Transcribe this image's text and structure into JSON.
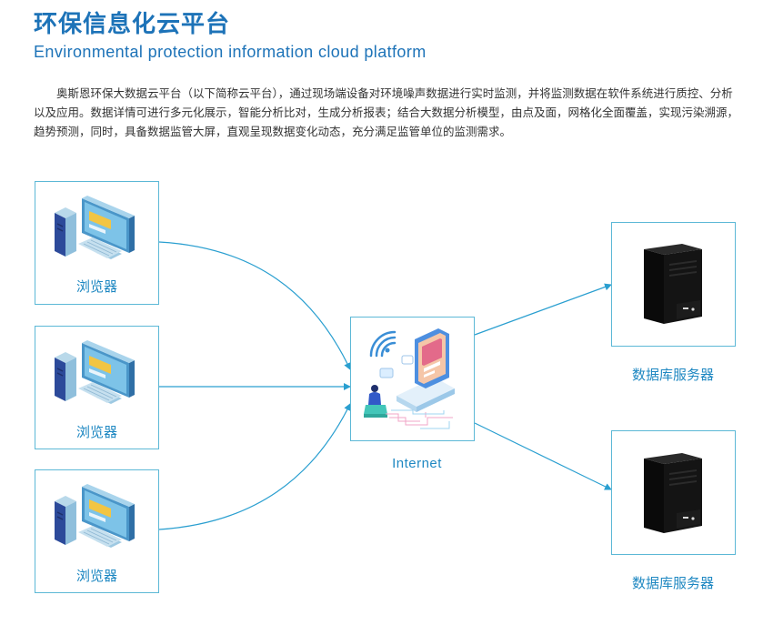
{
  "header": {
    "title": "环保信息化云平台",
    "subtitle": "Environmental protection information cloud platform"
  },
  "intro": {
    "text": "奥斯恩环保大数据云平台（以下简称云平台），通过现场端设备对环境噪声数据进行实时监测，并将监测数据在软件系统进行质控、分析以及应用。数据详情可进行多元化展示，智能分析比对，生成分析报表；结合大数据分析模型，由点及面，网格化全面覆盖，实现污染溯源，趋势预测，同时，具备数据监管大屏，直观呈现数据变化动态，充分满足监管单位的监测需求。"
  },
  "diagram": {
    "browsers": [
      {
        "label": "浏览器",
        "icon": "desktop-computer-icon"
      },
      {
        "label": "浏览器",
        "icon": "desktop-computer-icon"
      },
      {
        "label": "浏览器",
        "icon": "desktop-computer-icon"
      }
    ],
    "hub": {
      "label": "Internet",
      "icon": "cloud-network-icon"
    },
    "servers": [
      {
        "label": "数据库服务器",
        "icon": "server-tower-icon"
      },
      {
        "label": "数据库服务器",
        "icon": "server-tower-icon"
      }
    ],
    "colors": {
      "accent": "#1d73b8",
      "label": "#1f88c2",
      "border": "#5cb8d6",
      "connector": "#2a9fd0"
    }
  }
}
